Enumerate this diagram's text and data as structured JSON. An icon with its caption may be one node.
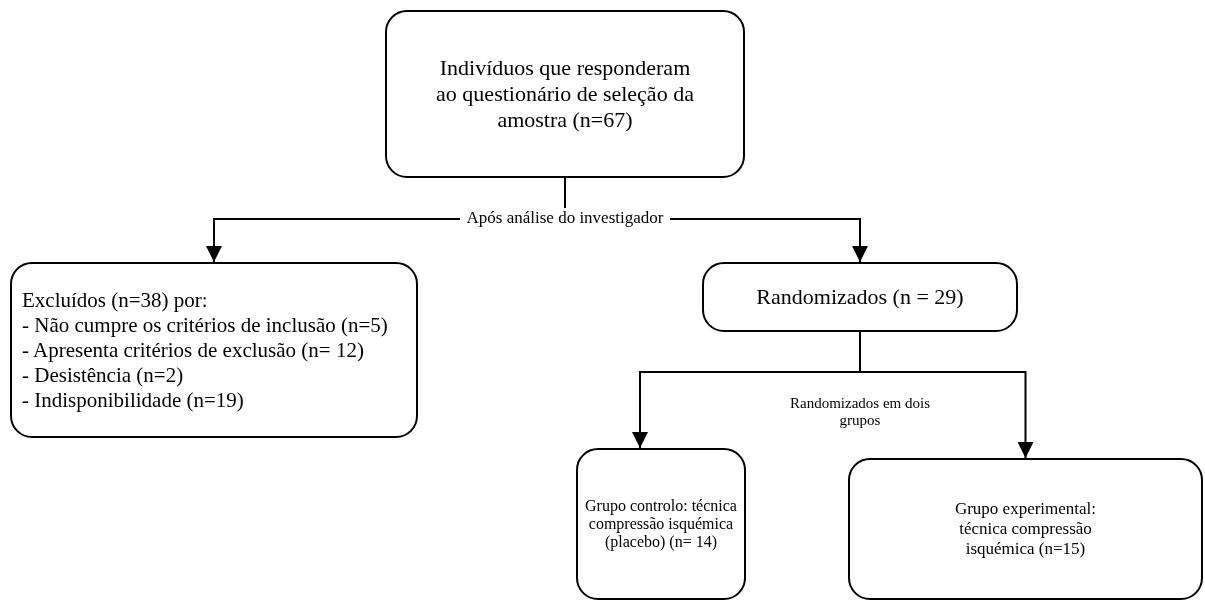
{
  "diagram": {
    "nodes": [
      {
        "text": [
          "Indivíduos que responderam ao questionário de seleção da amostra (n=67)"
        ]
      },
      {
        "text": [
          "Excluídos (n=38) por:",
          "- Não cumpre os critérios de inclusão (n=5)",
          "- Apresenta critérios de exclusão (n= 12)",
          "- Desistência (n=2)",
          "- Indisponibilidade (n=19)"
        ]
      },
      {
        "text": [
          "Randomizados (n = 29)"
        ]
      },
      {
        "text": [
          "Grupo controlo: técnica compressão isquémica (placebo) (n= 14)"
        ]
      },
      {
        "text": [
          "Grupo experimental: técnica compressão isquémica (n=15)"
        ]
      }
    ],
    "edges": [
      {
        "from": 0,
        "to": 1,
        "arrow": "to",
        "label": "Após análise do investigador"
      },
      {
        "from": 0,
        "to": 2,
        "arrow": "to"
      },
      {
        "from": 2,
        "to": 3,
        "arrow": "to",
        "label": "Randomizados em dois grupos"
      },
      {
        "from": 2,
        "to": 4,
        "arrow": "to"
      }
    ]
  }
}
